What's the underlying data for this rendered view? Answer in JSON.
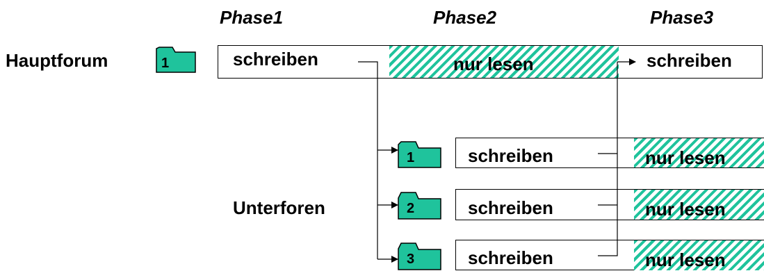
{
  "phases": [
    "Phase1",
    "Phase2",
    "Phase3"
  ],
  "main_forum": {
    "label": "Hauptforum",
    "folder_number": "1",
    "phase1": "schreiben",
    "phase2": "nur lesen",
    "phase3": "schreiben"
  },
  "sub_forums": {
    "label": "Unterforen",
    "items": [
      {
        "folder_number": "1",
        "write": "schreiben",
        "read": "nur lesen"
      },
      {
        "folder_number": "2",
        "write": "schreiben",
        "read": "nur lesen"
      },
      {
        "folder_number": "3",
        "write": "schreiben",
        "read": "nur lesen"
      }
    ]
  },
  "colors": {
    "folder": "#1fc39c",
    "hatch": "#1fc39c",
    "line": "#000000"
  }
}
